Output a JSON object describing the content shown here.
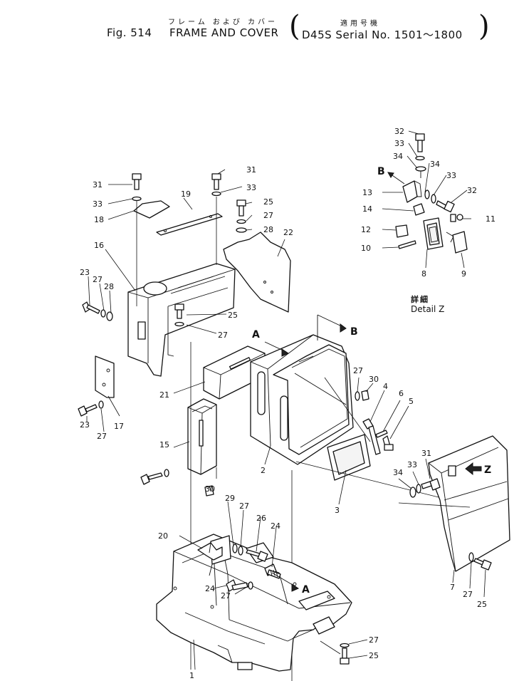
{
  "header": {
    "jp_title": "フレーム および カバー",
    "jp_applicable": "適用号機",
    "fig_label": "Fig. 514",
    "title": "FRAME AND COVER",
    "serial": "D45S Serial No. 1501～1800"
  },
  "detail": {
    "jp": "詳細",
    "en": "Detail Z"
  },
  "view_letters": {
    "a": "A",
    "b": "B",
    "z": "Z"
  },
  "callouts": [
    {
      "id": "c32a",
      "text": "32"
    },
    {
      "id": "c33a",
      "text": "33"
    },
    {
      "id": "c34a",
      "text": "34"
    },
    {
      "id": "c34b",
      "text": "34"
    },
    {
      "id": "c33b",
      "text": "33"
    },
    {
      "id": "c32b",
      "text": "32"
    },
    {
      "id": "c13",
      "text": "13"
    },
    {
      "id": "c14",
      "text": "14"
    },
    {
      "id": "c11",
      "text": "11"
    },
    {
      "id": "c12",
      "text": "12"
    },
    {
      "id": "c10",
      "text": "10"
    },
    {
      "id": "c8",
      "text": "8"
    },
    {
      "id": "c9",
      "text": "9"
    },
    {
      "id": "c31a",
      "text": "31"
    },
    {
      "id": "c31b",
      "text": "31"
    },
    {
      "id": "c33c",
      "text": "33"
    },
    {
      "id": "c33d",
      "text": "33"
    },
    {
      "id": "c19",
      "text": "19"
    },
    {
      "id": "c18",
      "text": "18"
    },
    {
      "id": "c25a",
      "text": "25"
    },
    {
      "id": "c27a",
      "text": "27"
    },
    {
      "id": "c28a",
      "text": "28"
    },
    {
      "id": "c22",
      "text": "22"
    },
    {
      "id": "c16",
      "text": "16"
    },
    {
      "id": "c23a",
      "text": "23"
    },
    {
      "id": "c27b",
      "text": "27"
    },
    {
      "id": "c28b",
      "text": "28"
    },
    {
      "id": "c25b",
      "text": "25"
    },
    {
      "id": "c27c",
      "text": "27"
    },
    {
      "id": "c17",
      "text": "17"
    },
    {
      "id": "c23b",
      "text": "23"
    },
    {
      "id": "c27d",
      "text": "27"
    },
    {
      "id": "c21",
      "text": "21"
    },
    {
      "id": "c15",
      "text": "15"
    },
    {
      "id": "c27e",
      "text": "27"
    },
    {
      "id": "c30a",
      "text": "30"
    },
    {
      "id": "c4",
      "text": "4"
    },
    {
      "id": "c6",
      "text": "6"
    },
    {
      "id": "c5",
      "text": "5"
    },
    {
      "id": "c2",
      "text": "2"
    },
    {
      "id": "c3",
      "text": "3"
    },
    {
      "id": "c31c",
      "text": "31"
    },
    {
      "id": "c33e",
      "text": "33"
    },
    {
      "id": "c34c",
      "text": "34"
    },
    {
      "id": "c30b",
      "text": "30"
    },
    {
      "id": "c29",
      "text": "29"
    },
    {
      "id": "c27f",
      "text": "27"
    },
    {
      "id": "c26",
      "text": "26"
    },
    {
      "id": "c24a",
      "text": "24"
    },
    {
      "id": "c20",
      "text": "20"
    },
    {
      "id": "c24b",
      "text": "24"
    },
    {
      "id": "c27g",
      "text": "27"
    },
    {
      "id": "c7",
      "text": "7"
    },
    {
      "id": "c27h",
      "text": "27"
    },
    {
      "id": "c25c",
      "text": "25"
    },
    {
      "id": "c1",
      "text": "1"
    },
    {
      "id": "c27i",
      "text": "27"
    },
    {
      "id": "c25d",
      "text": "25"
    }
  ]
}
